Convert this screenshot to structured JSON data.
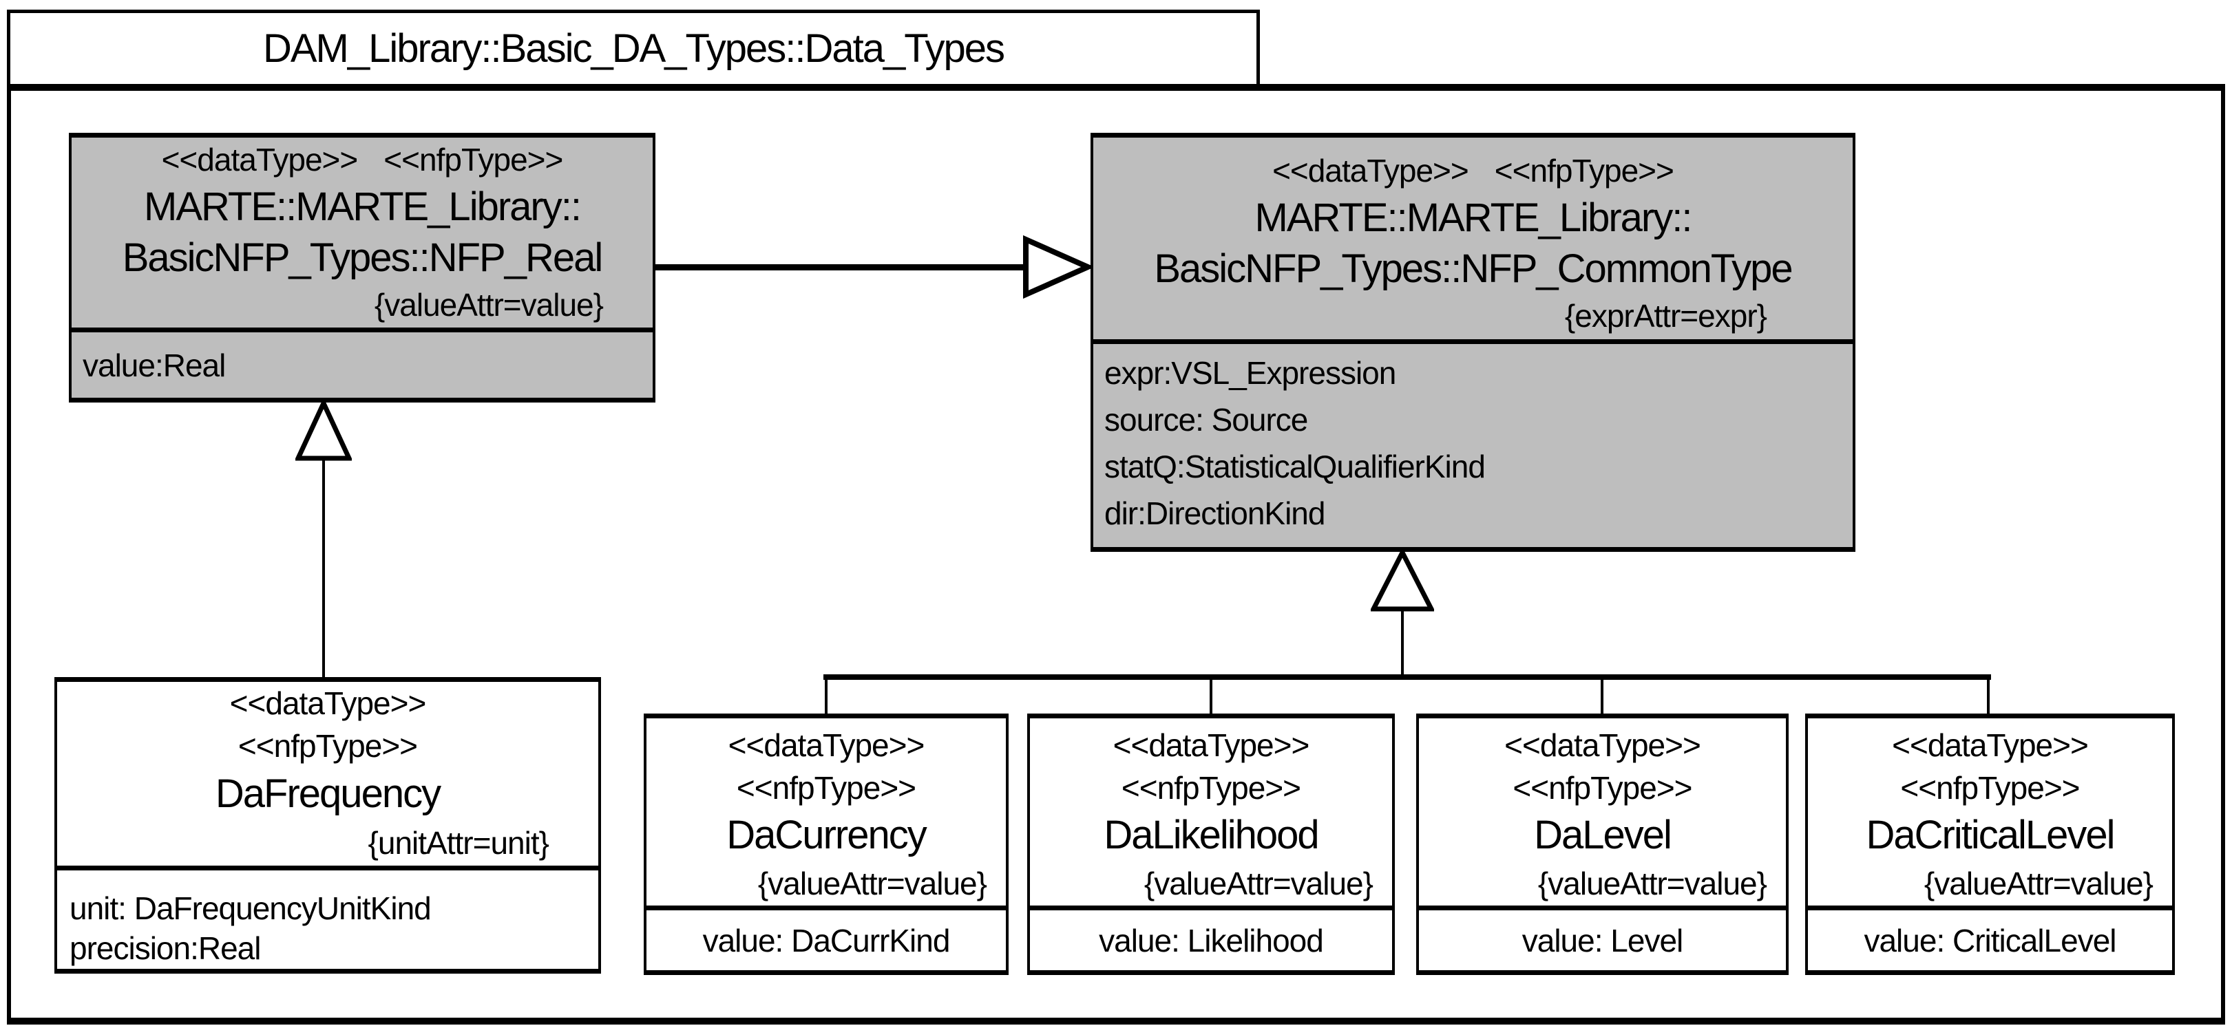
{
  "package": {
    "title": "DAM_Library::Basic_DA_Types::Data_Types"
  },
  "colors": {
    "class_fill_gray": "#bebebe",
    "class_fill_white": "#ffffff",
    "line": "#000000",
    "background": "#ffffff"
  },
  "classes": {
    "nfp_real": {
      "stereotypes": [
        "<<dataType>>",
        "<<nfpType>>"
      ],
      "name_lines": [
        "MARTE::MARTE_Library::",
        "BasicNFP_Types::NFP_Real"
      ],
      "constraint": "{valueAttr=value}",
      "attributes": [
        "value:Real"
      ]
    },
    "nfp_common_type": {
      "stereotypes": [
        "<<dataType>>",
        "<<nfpType>>"
      ],
      "name_lines": [
        "MARTE::MARTE_Library::",
        "BasicNFP_Types::NFP_CommonType"
      ],
      "constraint": "{exprAttr=expr}",
      "attributes": [
        "expr:VSL_Expression",
        "source: Source",
        "statQ:StatisticalQualifierKind",
        "dir:DirectionKind"
      ]
    },
    "da_frequency": {
      "stereotypes": [
        "<<dataType>>",
        "<<nfpType>>"
      ],
      "name": "DaFrequency",
      "constraint": "{unitAttr=unit}",
      "attributes": [
        "unit: DaFrequencyUnitKind",
        "precision:Real"
      ]
    },
    "da_currency": {
      "stereotypes": [
        "<<dataType>>",
        "<<nfpType>>"
      ],
      "name": "DaCurrency",
      "constraint": "{valueAttr=value}",
      "attributes": [
        "value: DaCurrKind"
      ]
    },
    "da_likelihood": {
      "stereotypes": [
        "<<dataType>>",
        "<<nfpType>>"
      ],
      "name": "DaLikelihood",
      "constraint": "{valueAttr=value}",
      "attributes": [
        "value: Likelihood"
      ]
    },
    "da_level": {
      "stereotypes": [
        "<<dataType>>",
        "<<nfpType>>"
      ],
      "name": "DaLevel",
      "constraint": "{valueAttr=value}",
      "attributes": [
        "value: Level"
      ]
    },
    "da_critical_level": {
      "stereotypes": [
        "<<dataType>>",
        "<<nfpType>>"
      ],
      "name": "DaCriticalLevel",
      "constraint": "{valueAttr=value}",
      "attributes": [
        "value: CriticalLevel"
      ]
    }
  },
  "relations": [
    {
      "type": "generalization",
      "from": "NFP_Real",
      "to": "NFP_CommonType"
    },
    {
      "type": "generalization",
      "from": "DaFrequency",
      "to": "NFP_Real"
    },
    {
      "type": "generalization",
      "from": "DaCurrency",
      "to": "NFP_CommonType"
    },
    {
      "type": "generalization",
      "from": "DaLikelihood",
      "to": "NFP_CommonType"
    },
    {
      "type": "generalization",
      "from": "DaLevel",
      "to": "NFP_CommonType"
    },
    {
      "type": "generalization",
      "from": "DaCriticalLevel",
      "to": "NFP_CommonType"
    }
  ]
}
